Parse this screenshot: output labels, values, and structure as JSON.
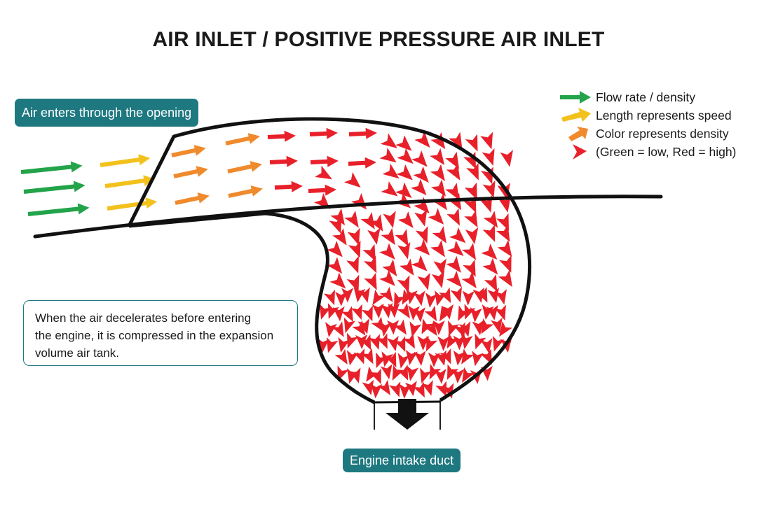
{
  "title": "AIR INLET / POSITIVE PRESSURE AIR INLET",
  "callouts": {
    "opening": "Air enters through the opening",
    "note_lines": [
      "When the air decelerates before entering",
      "the engine, it is compressed in the expansion",
      "volume air tank."
    ],
    "intake": "Engine intake duct"
  },
  "legend": [
    {
      "text": "Flow rate / density",
      "arrow_color": "#23a34a"
    },
    {
      "text": "Length represents speed",
      "arrow_color": "#f2c11c"
    },
    {
      "text": "Color represents density",
      "arrow_color": "#ef8a2d"
    },
    {
      "text": "(Green = low, Red = high)",
      "arrow_color": "#e8202a"
    }
  ],
  "colors": {
    "low_density": "#23a34a",
    "medium_low": "#f2c11c",
    "medium_high": "#ef8a2d",
    "high_density": "#e8202a",
    "callout_fill": "#1e7880",
    "outline": "#111111"
  }
}
